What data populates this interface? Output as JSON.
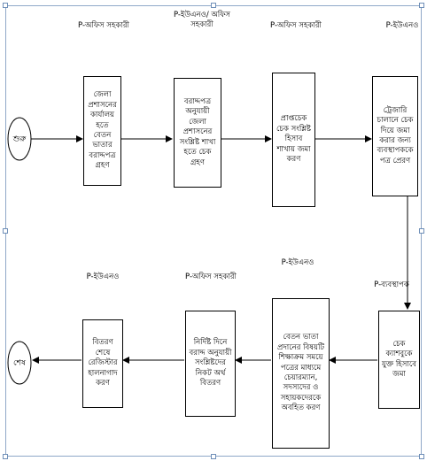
{
  "terminals": {
    "start": "শুরু",
    "end": "শেষ"
  },
  "process_boxes": [
    {
      "id": "b1",
      "text": "জেলা প্রশাসনের কার্যালয় হতে বেতন ভাতার বরাদ্দপত্র গ্রহণ"
    },
    {
      "id": "b2",
      "text": "বরাদ্দপত্র অনুযায়ী জেলা প্রশাসনের সংশ্লিষ্ট শাখা হতে চেক গ্রহণ"
    },
    {
      "id": "b3",
      "text": "প্রাপ্তচেক চেক সংশ্লিষ্ট হিসাব শাখায় জমা করণ"
    },
    {
      "id": "b4",
      "text": "ট্রেজারি চালানে চেক দিয়ে জমা করার জন্য ব্যবস্থাপককে পত্র প্রেরণ"
    },
    {
      "id": "b5",
      "text": "চেক ক্যাশবুকে যুক্ত হিসাবে জমা"
    },
    {
      "id": "b6",
      "text": "বেতন ভাতা প্রদানের বিষয়টি শিক্ষাক্রম সময়ে পত্রের মাধ্যমে চেয়ারম্যান, সদস্যদের ও সহায়কদেরকে অবহিত করণ"
    },
    {
      "id": "b7",
      "text": "নির্দিষ্ট দিনে বরাদ্দ অনুযায়ী সংশ্লিষ্টদের নিকট অর্থ বিতরণ"
    },
    {
      "id": "b8",
      "text": "বিতরণ শেষে রেজিস্টার হালনাগাদ করণ"
    }
  ],
  "responsibility_labels": [
    {
      "id": "l1",
      "text": "P-অফিস সহকারী"
    },
    {
      "id": "l2",
      "text": "P-ইউএনও/ অফিস সহকারী"
    },
    {
      "id": "l3",
      "text": "P-অফিস সহকারী"
    },
    {
      "id": "l4",
      "text": "P-ইউএনও"
    },
    {
      "id": "l5",
      "text": "P-ব্যবস্থাপক"
    },
    {
      "id": "l6",
      "text": "P-ইউএনও"
    },
    {
      "id": "l7",
      "text": "P-অফিস সহকারী"
    },
    {
      "id": "l8",
      "text": "P-ইউএনও"
    }
  ]
}
